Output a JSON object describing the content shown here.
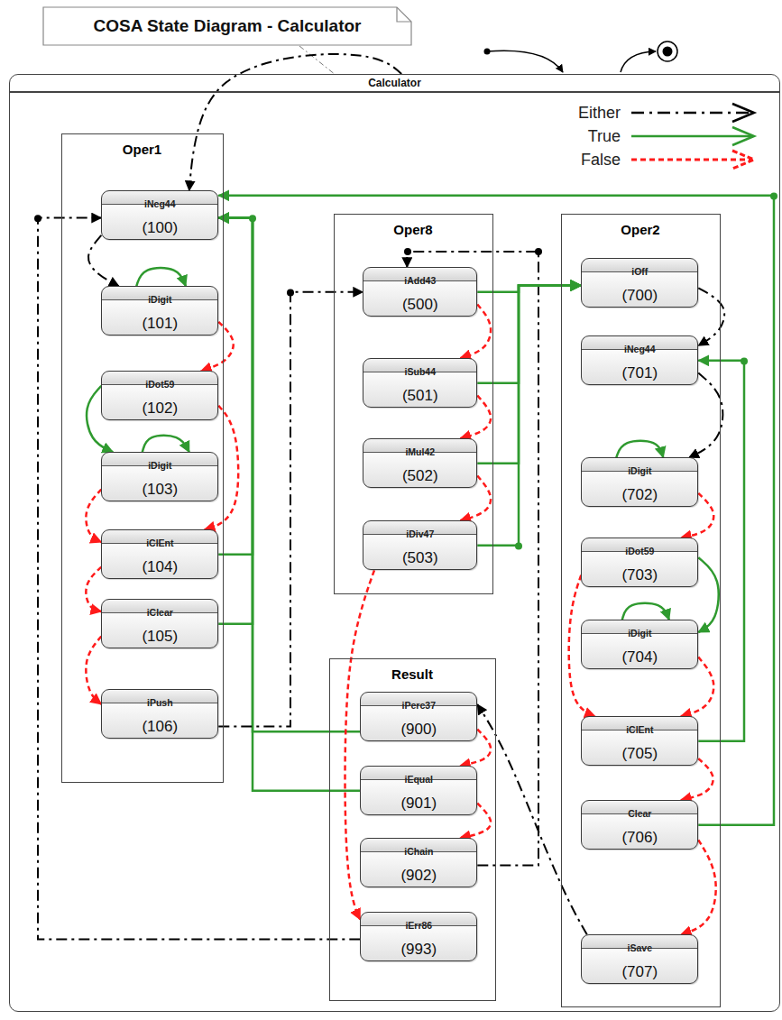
{
  "diagram": {
    "title": "COSA State Diagram - Calculator",
    "nodes": [
      {
        "text": [
          "Calculator"
        ]
      },
      {
        "text": [
          "Oper1"
        ],
        "in": 0
      },
      {
        "text": [
          "iNeg44",
          "(100)"
        ],
        "in": 1
      },
      {
        "text": [
          "iDigit",
          "(101)"
        ],
        "in": 1
      },
      {
        "text": [
          "iDot59",
          "(102)"
        ],
        "in": 1
      },
      {
        "text": [
          "iDigit",
          "(103)"
        ],
        "in": 1
      },
      {
        "text": [
          "iClEnt",
          "(104)"
        ],
        "in": 1
      },
      {
        "text": [
          "iClear",
          "(105)"
        ],
        "in": 1
      },
      {
        "text": [
          "iPush",
          "(106)"
        ],
        "in": 1
      },
      {
        "text": [
          "Oper8"
        ],
        "in": 0
      },
      {
        "text": [
          "iAdd43",
          "(500)"
        ],
        "in": 9
      },
      {
        "text": [
          "iSub44",
          "(501)"
        ],
        "in": 9
      },
      {
        "text": [
          "iMul42",
          "(502)"
        ],
        "in": 9
      },
      {
        "text": [
          "iDiv47",
          "(503)"
        ],
        "in": 9
      },
      {
        "text": [
          "Oper2"
        ],
        "in": 0
      },
      {
        "text": [
          "iOff",
          "(700)"
        ],
        "in": 14
      },
      {
        "text": [
          "iNeg44",
          "(701)"
        ],
        "in": 14
      },
      {
        "text": [
          "iDigit",
          "(702)"
        ],
        "in": 14
      },
      {
        "text": [
          "iDot59",
          "(703)"
        ],
        "in": 14
      },
      {
        "text": [
          "iDigit",
          "(704)"
        ],
        "in": 14
      },
      {
        "text": [
          "iClEnt",
          "(705)"
        ],
        "in": 14
      },
      {
        "text": [
          "Clear",
          "(706)"
        ],
        "in": 14
      },
      {
        "text": [
          "iSave",
          "(707)"
        ],
        "in": 14
      },
      {
        "text": [
          "Result"
        ],
        "in": 0
      },
      {
        "text": [
          "iPerc37",
          "(900)"
        ],
        "in": 23
      },
      {
        "text": [
          "iEqual",
          "(901)"
        ],
        "in": 23
      },
      {
        "text": [
          "iChain",
          "(902)"
        ],
        "in": 23
      },
      {
        "text": [
          "iErr86",
          "(993)"
        ],
        "in": 23
      }
    ],
    "edges": [
      {
        "from": 0,
        "to": 2,
        "arrow": "to"
      },
      {
        "from": 27,
        "to": 2,
        "arrow": "to"
      },
      {
        "from": 2,
        "to": 3,
        "arrow": "to"
      },
      {
        "from": 3,
        "to": 3,
        "arrow": "to"
      },
      {
        "from": 3,
        "to": 4,
        "arrow": "to"
      },
      {
        "from": 4,
        "to": 5,
        "arrow": "to"
      },
      {
        "from": 5,
        "to": 5,
        "arrow": "to"
      },
      {
        "from": 4,
        "to": 6,
        "arrow": "to"
      },
      {
        "from": 5,
        "to": 6,
        "arrow": "to"
      },
      {
        "from": 6,
        "to": 7,
        "arrow": "to"
      },
      {
        "from": 7,
        "to": 8,
        "arrow": "to"
      },
      {
        "from": 6,
        "to": 2,
        "arrow": "to"
      },
      {
        "from": 7,
        "to": 2,
        "arrow": "to"
      },
      {
        "from": 24,
        "to": 2,
        "arrow": "to"
      },
      {
        "from": 25,
        "to": 2,
        "arrow": "to"
      },
      {
        "from": 8,
        "to": 10,
        "arrow": "to"
      },
      {
        "from": 26,
        "to": 10,
        "arrow": "to"
      },
      {
        "from": 10,
        "to": 11,
        "arrow": "to"
      },
      {
        "from": 11,
        "to": 12,
        "arrow": "to"
      },
      {
        "from": 12,
        "to": 13,
        "arrow": "to"
      },
      {
        "from": 10,
        "to": 15,
        "arrow": "to"
      },
      {
        "from": 11,
        "to": 15,
        "arrow": "to"
      },
      {
        "from": 12,
        "to": 15,
        "arrow": "to"
      },
      {
        "from": 13,
        "to": 15,
        "arrow": "to"
      },
      {
        "from": 13,
        "to": 27,
        "arrow": "to"
      },
      {
        "from": 24,
        "to": 25,
        "arrow": "to"
      },
      {
        "from": 25,
        "to": 26,
        "arrow": "to"
      },
      {
        "from": 22,
        "to": 24,
        "arrow": "to"
      },
      {
        "from": 15,
        "to": 16,
        "arrow": "to"
      },
      {
        "from": 16,
        "to": 17,
        "arrow": "to"
      },
      {
        "from": 17,
        "to": 17,
        "arrow": "to"
      },
      {
        "from": 17,
        "to": 18,
        "arrow": "to"
      },
      {
        "from": 18,
        "to": 19,
        "arrow": "to"
      },
      {
        "from": 19,
        "to": 19,
        "arrow": "to"
      },
      {
        "from": 18,
        "to": 20,
        "arrow": "to"
      },
      {
        "from": 19,
        "to": 20,
        "arrow": "to"
      },
      {
        "from": 20,
        "to": 16,
        "arrow": "to"
      },
      {
        "from": 20,
        "to": 21,
        "arrow": "to"
      },
      {
        "from": 21,
        "to": 2,
        "arrow": "to"
      },
      {
        "from": 21,
        "to": 22,
        "arrow": "to"
      }
    ],
    "legend": [
      {
        "text": "Either"
      },
      {
        "text": "True"
      },
      {
        "text": "False"
      }
    ]
  }
}
